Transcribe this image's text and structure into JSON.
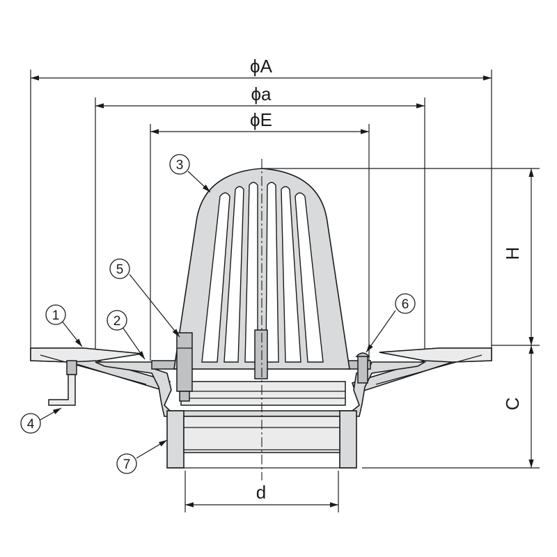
{
  "dimensions": {
    "phiA": "ϕA",
    "phia": "ϕa",
    "phiE": "ϕE",
    "H": "H",
    "C": "C",
    "d": "d"
  },
  "callouts": [
    "1",
    "2",
    "3",
    "4",
    "5",
    "6",
    "7"
  ]
}
